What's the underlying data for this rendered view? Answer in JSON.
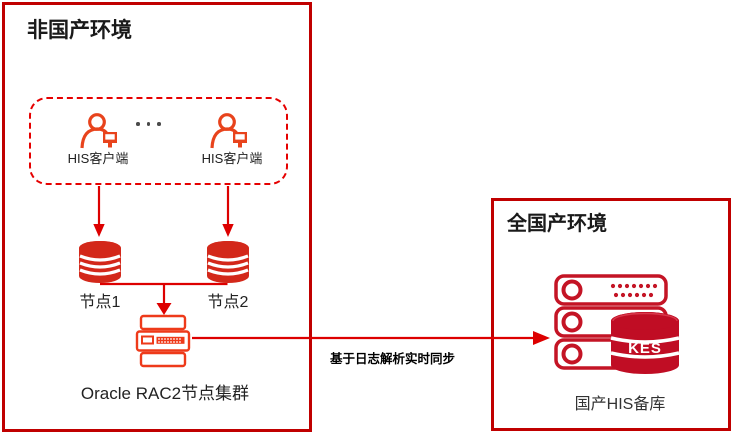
{
  "colors": {
    "box_border": "#c00000",
    "dashed_border": "#e60000",
    "arrow": "#dd0000",
    "client_icon": "#e8431c",
    "node_db": "#d3281a",
    "server_left": "#ee3a1a",
    "rack_right": "#c41425",
    "kes_db": "#c00d24",
    "text_dark": "#1a1a1a",
    "text_label": "#333333"
  },
  "left_panel": {
    "title": "非国产环境",
    "clients": {
      "ellipsis": "···",
      "items": [
        {
          "label": "HIS客户端"
        },
        {
          "label": "HIS客户端"
        }
      ]
    },
    "nodes": [
      {
        "label": "节点1"
      },
      {
        "label": "节点2"
      }
    ],
    "cluster_label": "Oracle RAC2节点集群"
  },
  "sync": {
    "label": "基于日志解析实时同步"
  },
  "right_panel": {
    "title": "全国产环境",
    "db_name": "KES",
    "standby_label": "国产HIS备库"
  }
}
